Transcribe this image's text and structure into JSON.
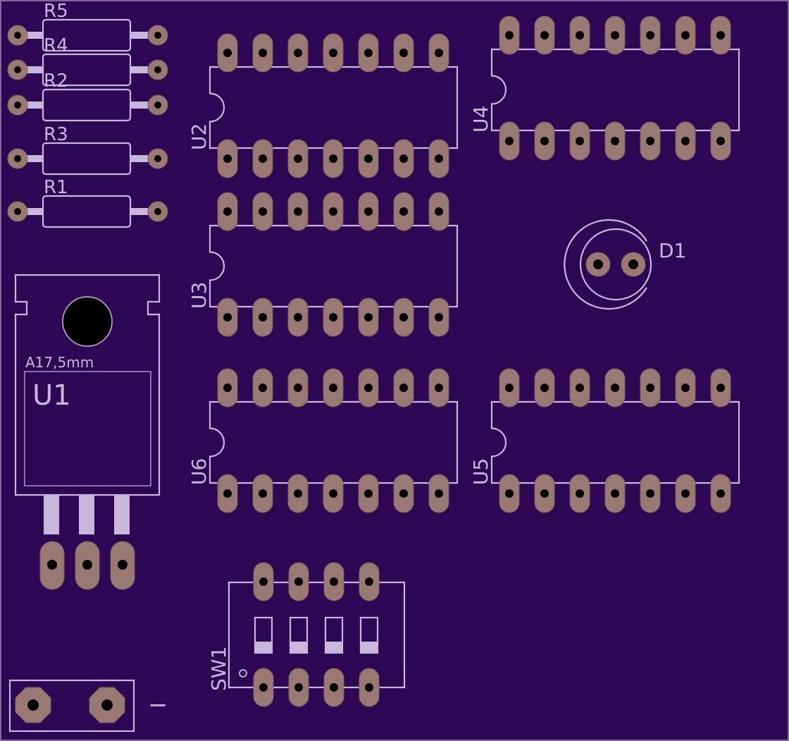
{
  "board": {
    "background": "#2e0754",
    "silkscreen_color": "#c9b6dc",
    "pad_color": "#9a7873"
  },
  "labels": {
    "r5": "R5",
    "r4": "R4",
    "r2": "R2",
    "r3": "R3",
    "r1": "R1",
    "u1": "U1",
    "u1_package": "A17,5mm",
    "u2": "U2",
    "u3": "U3",
    "u4": "U4",
    "u5": "U5",
    "u6": "U6",
    "d1": "D1",
    "sw1": "SW1",
    "connector_minus": "−"
  }
}
